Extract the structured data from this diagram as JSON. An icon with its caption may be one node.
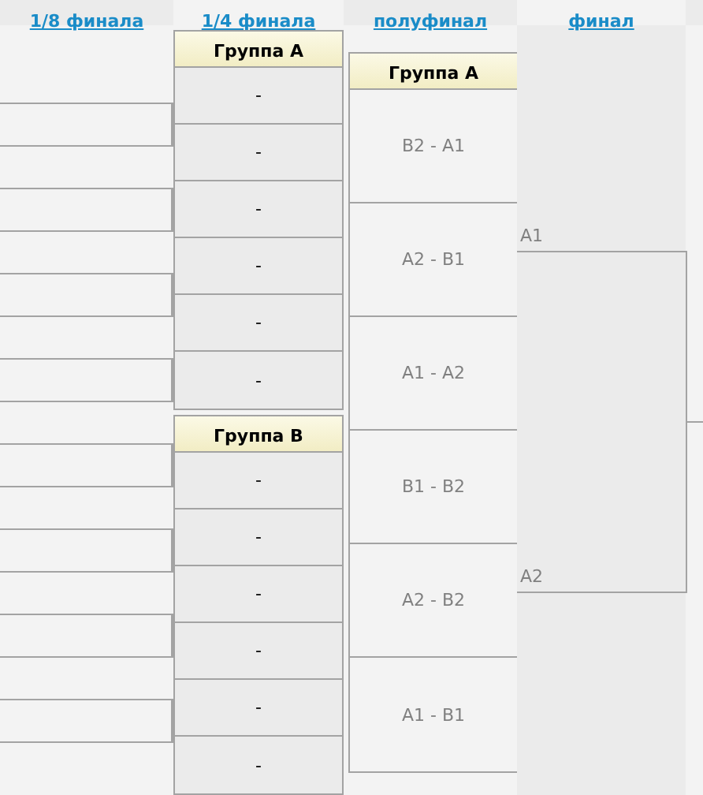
{
  "diagram": {
    "nodes": [
      {
        "text": [],
        "shape": "bracket"
      },
      {
        "text": [],
        "shape": "bracket"
      },
      {
        "text": [],
        "shape": "bracket"
      },
      {
        "text": [],
        "shape": "bracket"
      },
      {
        "text": [],
        "shape": "bracket"
      },
      {
        "text": [],
        "shape": "bracket"
      },
      {
        "text": [],
        "shape": "bracket"
      },
      {
        "text": [],
        "shape": "bracket"
      },
      {
        "text": [
          "Группа A"
        ]
      },
      {
        "text": [
          "-"
        ],
        "in": 8
      },
      {
        "text": [
          "-"
        ],
        "in": 8
      },
      {
        "text": [
          "-"
        ],
        "in": 8
      },
      {
        "text": [
          "-"
        ],
        "in": 8
      },
      {
        "text": [
          "-"
        ],
        "in": 8
      },
      {
        "text": [
          "-"
        ],
        "in": 8
      },
      {
        "text": [
          "Группа B"
        ]
      },
      {
        "text": [
          "-"
        ],
        "in": 15
      },
      {
        "text": [
          "-"
        ],
        "in": 15
      },
      {
        "text": [
          "-"
        ],
        "in": 15
      },
      {
        "text": [
          "-"
        ],
        "in": 15
      },
      {
        "text": [
          "-"
        ],
        "in": 15
      },
      {
        "text": [
          "-"
        ],
        "in": 15
      },
      {
        "text": [
          "Группа A"
        ]
      },
      {
        "text": [
          "B2 - A1"
        ],
        "in": 22
      },
      {
        "text": [
          "A2 - B1"
        ],
        "in": 22
      },
      {
        "text": [
          "A1 - A2"
        ],
        "in": 22
      },
      {
        "text": [
          "B1 - B2"
        ],
        "in": 22
      },
      {
        "text": [
          "A2 - B2"
        ],
        "in": 22
      },
      {
        "text": [
          "A1 - B1"
        ],
        "in": 22
      },
      {
        "text": [
          "A1",
          "A2"
        ]
      }
    ],
    "labels": [
      "1/8 финала",
      "1/4 финала",
      "полуфинал",
      "финал"
    ]
  }
}
